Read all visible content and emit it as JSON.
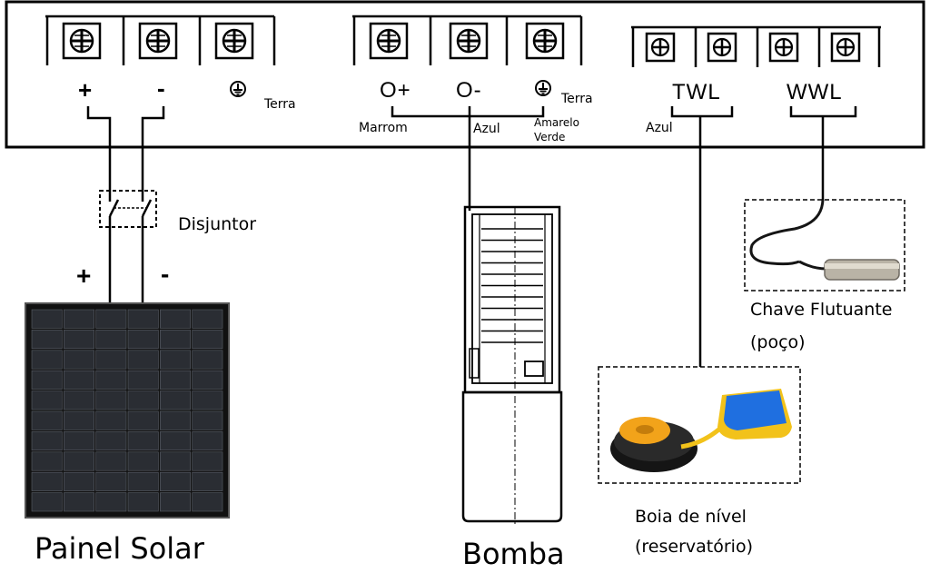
{
  "controller": {
    "solar_terminals": [
      {
        "symbol": "+"
      },
      {
        "symbol": "-"
      },
      {
        "symbol": "⏚",
        "label": "Terra"
      }
    ],
    "pump_terminals": [
      {
        "symbol": "O+"
      },
      {
        "symbol": "O-"
      },
      {
        "symbol": "⏚",
        "label": "Terra"
      }
    ],
    "sensor_terminals": [
      {
        "symbol": "TWL"
      },
      {
        "symbol": "WWL"
      }
    ],
    "wire_labels": {
      "marrom": "Marrom",
      "azul_pump": "Azul",
      "amarelo": "Amarelo",
      "verde": "Verde",
      "azul_twl": "Azul"
    }
  },
  "breaker": {
    "label": "Disjuntor"
  },
  "panel_polarity": {
    "plus": "+",
    "minus": "-"
  },
  "components": {
    "solar_panel": "Painel Solar",
    "pump": "Bomba",
    "float_switch_line1": "Chave Flutuante",
    "float_switch_line2": "(poço)",
    "level_float_line1": "Boia de nível",
    "level_float_line2": "(reservatório)"
  },
  "colors": {
    "outline": "#000000",
    "panel_cell": "#2a2d33",
    "panel_frame": "#111111",
    "float_blue": "#1f6fe0",
    "float_orange": "#f2a31a",
    "cable_black": "#151515",
    "sensor_metal": "#b9b3a6"
  }
}
